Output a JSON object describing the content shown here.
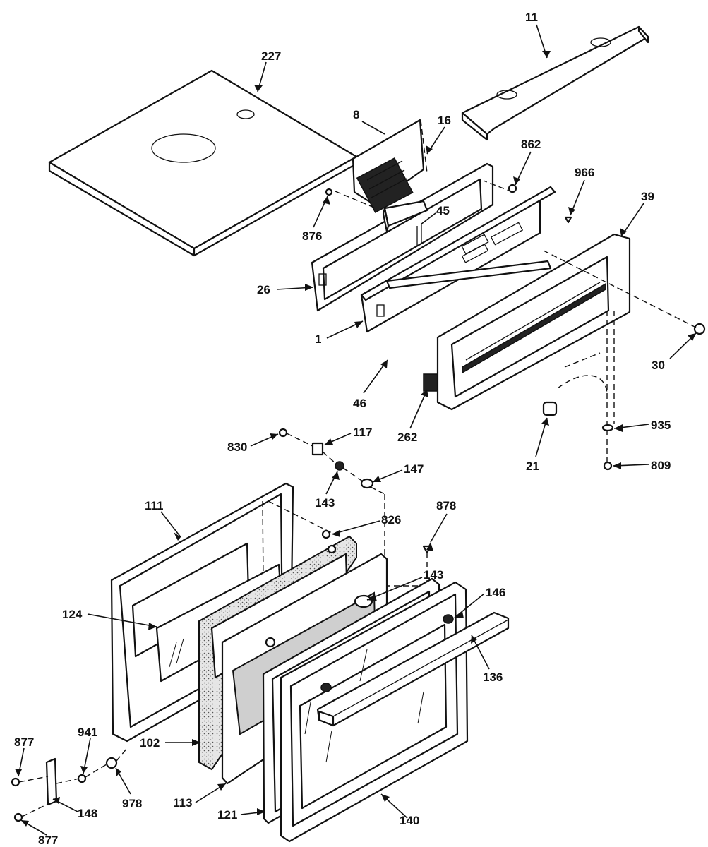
{
  "diagram": {
    "part_numbers": [
      "11",
      "227",
      "8",
      "16",
      "862",
      "966",
      "39",
      "876",
      "45",
      "26",
      "1",
      "30",
      "46",
      "262",
      "21",
      "935",
      "830",
      "117",
      "147",
      "809",
      "143",
      "111",
      "826",
      "878",
      "143",
      "146",
      "124",
      "136",
      "102",
      "877",
      "941",
      "978",
      "148",
      "113",
      "121",
      "140",
      "877"
    ]
  }
}
